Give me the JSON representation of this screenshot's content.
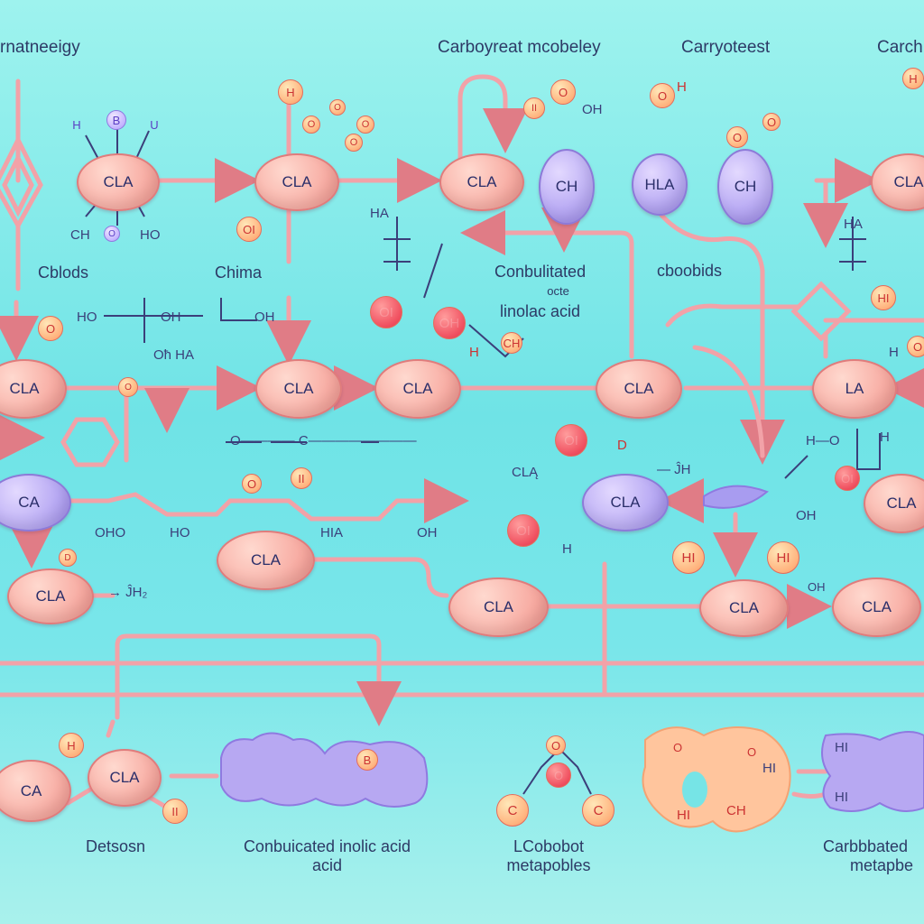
{
  "labels": {
    "top": [
      "rnatneeigy",
      "Carboyreat mcobeley",
      "Carryoteest",
      "Carch"
    ],
    "conj_block": [
      "Conbulitated",
      "octe",
      "linolac acid"
    ],
    "cboobids": "cboobids",
    "cblods": "Cblods",
    "chima": "Chima",
    "bottom_detsosn": "Detsosn",
    "bottom_conj": [
      "Conbuicated inolic acid",
      "acid"
    ],
    "bottom_lcob": [
      "LCobobot",
      "metapobles"
    ],
    "bottom_carb": [
      "Carbbbated",
      "metapbe"
    ]
  },
  "nodes": {
    "cla": "CLA",
    "ch": "CH",
    "la": "LA",
    "ca": "CA",
    "hla": "HLA"
  },
  "small_text": {
    "ho": "HO",
    "oh": "OH",
    "ch_h": "CH",
    "oh_ha": "Oħ HA",
    "ha": "HA",
    "cla_frag": "CLĄ",
    "ho2": "HO",
    "hia": "HIA",
    "oho": "OHO",
    "jh": "→ ĴH₂",
    "h_chain": "O———— C————————",
    "oh_dl": "OH",
    "h_oo": "— ĴH",
    "oh_h": "H—O",
    "ohhh": "OH",
    "h_frag": "H",
    "h_frag2": "H"
  },
  "atoms": {
    "h": "H",
    "b": "B",
    "u": "U",
    "o": "O",
    "oi": "OI",
    "hi": "HI",
    "c": "C",
    "ch": "CH",
    "oh": "OH",
    "ii": "II",
    "h_cap": "H",
    "d": "D"
  },
  "colors": {
    "line": "#f2a2a8",
    "line_dark": "#e07c86",
    "text": "#2d3a66"
  }
}
